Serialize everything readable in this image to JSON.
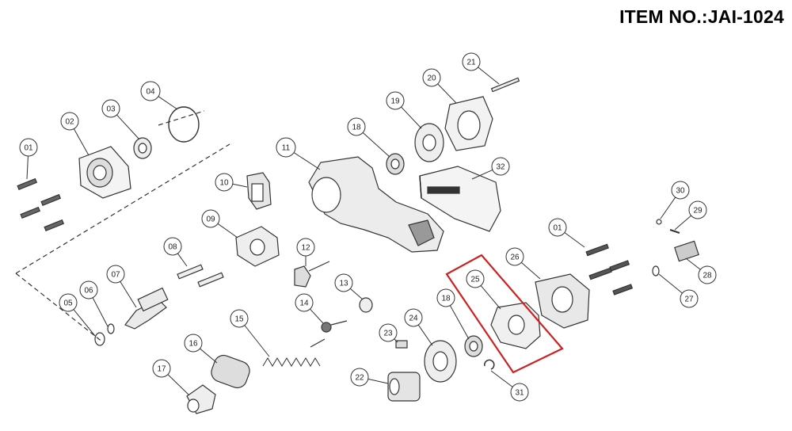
{
  "header": {
    "title": "ITEM NO.:JAI-1024"
  },
  "colors": {
    "line": "#333333",
    "highlight": "#cc2222",
    "part_fill": "#f2f2f2",
    "part_dark": "#555555"
  },
  "callouts": [
    "01",
    "02",
    "03",
    "04",
    "05",
    "06",
    "07",
    "08",
    "09",
    "10",
    "11",
    "12",
    "13",
    "14",
    "15",
    "16",
    "17",
    "18",
    "19",
    "20",
    "21",
    "22",
    "23",
    "24",
    "25",
    "26",
    "01",
    "27",
    "28",
    "29",
    "30",
    "31",
    "18",
    "32"
  ],
  "highlight": {
    "part": "25"
  }
}
